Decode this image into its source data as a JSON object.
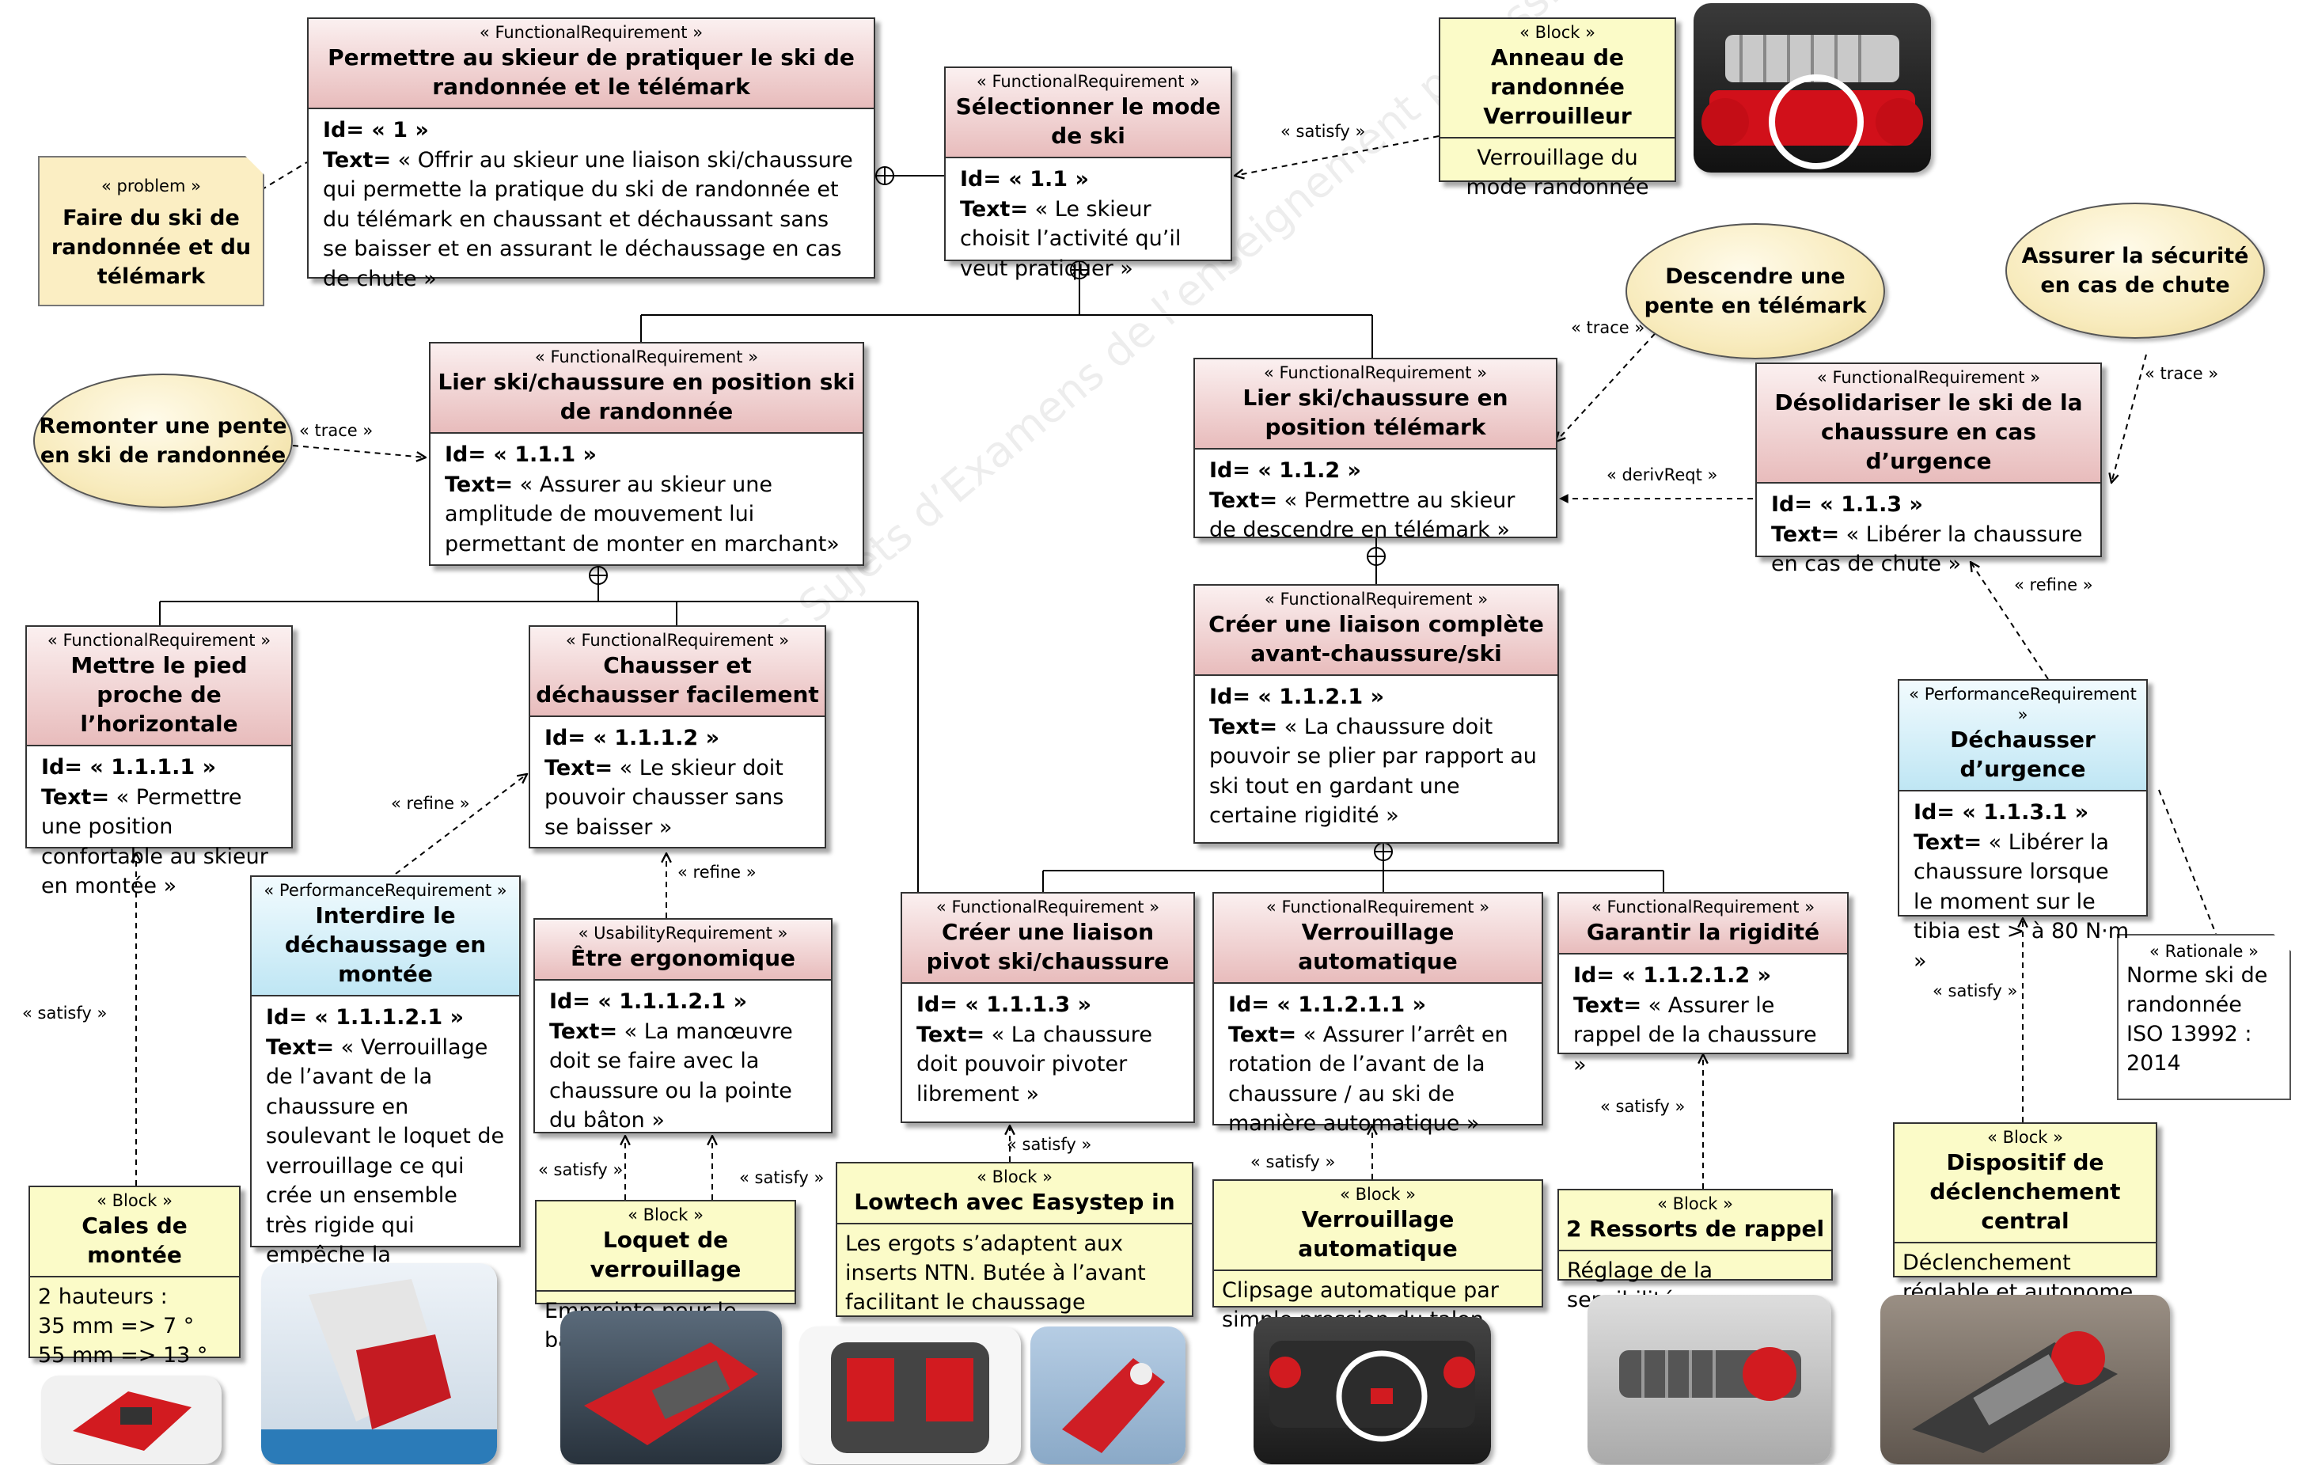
{
  "stereotypes": {
    "functional": "« FunctionalRequirement »",
    "performance": "« PerformanceRequirement »",
    "usability": "« UsabilityRequirement »",
    "block": "« Block »",
    "problem": "« problem »",
    "rationale": "« Rationale »"
  },
  "requirements": {
    "r1": {
      "name": "Permettre au skieur de pratiquer le ski de randonnée et le télémark",
      "id_label": "Id= ",
      "id": "« 1 »",
      "text_label": "Text=",
      "text": " « Offrir au skieur une liaison ski/chaussure qui permette la pratique du ski de randonnée et du télémark en chaussant et déchaussant sans se baisser et en assurant le déchaussage en cas de chute »"
    },
    "r11": {
      "name": "Sélectionner le mode de ski",
      "id_label": "Id= ",
      "id": "« 1.1 »",
      "text_label": "Text=",
      "text": " « Le skieur choisit l’activité qu’il veut pratiquer »"
    },
    "r111": {
      "name": "Lier ski/chaussure en position ski de randonnée",
      "id_label": "Id= ",
      "id": "« 1.1.1 »",
      "text_label": "Text=",
      "text": " « Assurer au skieur une amplitude de mouvement lui permettant de monter en marchant»"
    },
    "r112": {
      "name": "Lier ski/chaussure en position télémark",
      "id_label": "Id= ",
      "id": "« 1.1.2 »",
      "text_label": "Text=",
      "text": " « Permettre au skieur de descendre en télémark »"
    },
    "r113": {
      "name": "Désolidariser le ski de la chaussure en cas d’urgence",
      "id_label": "Id= ",
      "id": "« 1.1.3 »",
      "text_label": "Text=",
      "text": " « Libérer la chaussure en cas de chute »"
    },
    "r1111": {
      "name": "Mettre le pied proche de l’horizontale",
      "id_label": "Id= ",
      "id": "« 1.1.1.1 »",
      "text_label": "Text=",
      "text": " « Permettre une position confortable au skieur en montée »"
    },
    "r1112": {
      "name": "Chausser et déchausser facilement",
      "id_label": "Id= ",
      "id": "« 1.1.1.2 »",
      "text_label": "Text=",
      "text": " « Le skieur doit pouvoir chausser sans se baisser »"
    },
    "r1113": {
      "name": "Créer une liaison pivot ski/chaussure",
      "id_label": "Id= ",
      "id": "« 1.1.1.3 »",
      "text_label": "Text=",
      "text": " « La chaussure doit pouvoir pivoter librement »"
    },
    "r11121p": {
      "name": "Interdire le déchaussage en montée",
      "id_label": "Id= ",
      "id": "« 1.1.1.2.1 »",
      "text_label": "Text=",
      "text": " « Verrouillage de l’avant de la chaussure en soulevant le loquet de verrouillage ce qui crée un ensemble très rigide qui empêche la chaussure de se décaler latéralement »"
    },
    "r11121u": {
      "name": "Être ergonomique",
      "id_label": "Id= ",
      "id": "« 1.1.1.2.1 »",
      "text_label": "Text=",
      "text": " « La manœuvre doit se faire avec la chaussure ou la pointe du bâton »"
    },
    "r1121": {
      "name": "Créer une liaison complète avant-chaussure/ski",
      "id_label": "Id= ",
      "id": "« 1.1.2.1 »",
      "text_label": "Text=",
      "text": " « La chaussure doit pouvoir se plier par rapport au ski tout en gardant une certaine rigidité »"
    },
    "r11211": {
      "name": "Verrouillage automatique",
      "id_label": "Id= ",
      "id": "« 1.1.2.1.1 »",
      "text_label": "Text=",
      "text": " « Assurer l’arrêt en rotation de l’avant de la chaussure / au ski de manière automatique »"
    },
    "r11212": {
      "name": "Garantir la rigidité",
      "id_label": "Id= ",
      "id": "« 1.1.2.1.2 »",
      "text_label": "Text=",
      "text": " « Assurer le rappel de la chaussure »"
    },
    "r1131": {
      "name": "Déchausser d’urgence",
      "id_label": "Id= ",
      "id": "« 1.1.3.1 »",
      "text_label": "Text=",
      "text": " « Libérer la chaussure lorsque le moment sur le tibia est > à 80 N·m »"
    }
  },
  "blocks": {
    "anneau": {
      "name": "Anneau de randonnée Verrouilleur",
      "text": "Verrouillage du mode randonnée"
    },
    "cales": {
      "name": "Cales de montée",
      "line1": "2 hauteurs :",
      "line2": "35 mm => 7 °",
      "line3": "55 mm => 13 °"
    },
    "loquet": {
      "name": "Loquet de verrouillage",
      "text": "Empreinte pour le bâton"
    },
    "lowtech": {
      "name": "Lowtech avec Easystep in",
      "text": "Les ergots s’adaptent aux inserts NTN. Butée à l’avant facilitant le chaussage"
    },
    "verrou": {
      "name": "Verrouillage automatique",
      "text": "Clipsage automatique par simple pression du talon"
    },
    "ressorts": {
      "name": "2 Ressorts de rappel",
      "text": "Réglage de la sensibilité"
    },
    "dispositif": {
      "name": "Dispositif de déclenchement central",
      "text": "Déclenchement réglable et autonome"
    }
  },
  "problem": {
    "text": "Faire du ski de randonnée et du télémark"
  },
  "rationale": {
    "text": "Norme ski de randonnée\n ISO 13992 :\n2014"
  },
  "usecases": {
    "remonter": "Remonter une pente en ski de randonnée",
    "descendre": "Descendre une pente en télémark",
    "assurer": "Assurer la sécurité en cas de chute"
  },
  "relations": {
    "satisfy": "« satisfy »",
    "trace": "« trace »",
    "refine": "« refine »",
    "derive": "« derivReqt »"
  },
  "watermark": "Nationale des Sujets d’Examens de l’enseignement professionnel"
}
